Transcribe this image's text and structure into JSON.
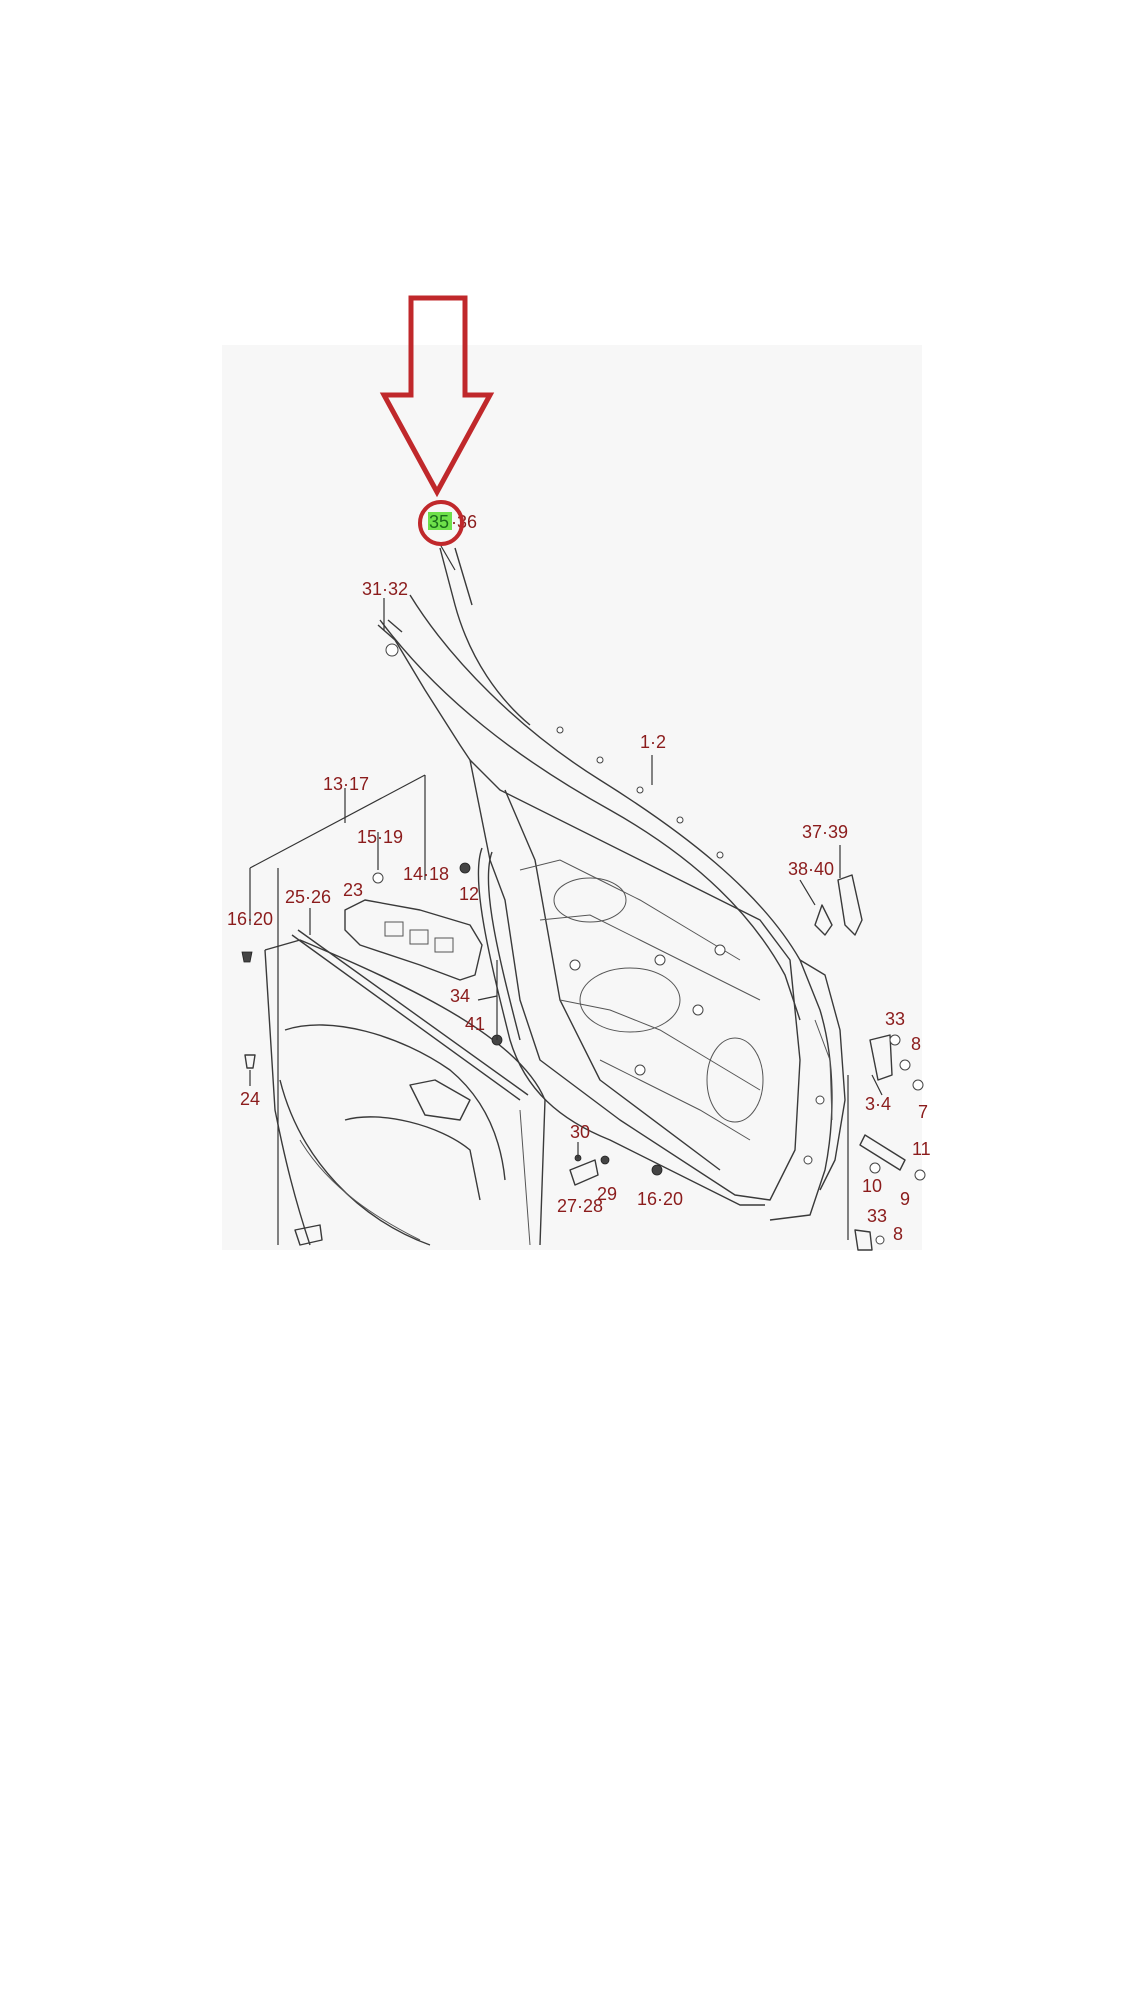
{
  "colors": {
    "label": "#8b1c1c",
    "arrow": "#c0282b",
    "highlight": "#6ee04a",
    "drawing_bg": "#f7f7f7",
    "line": "#3a3a3a"
  },
  "highlighted_part": {
    "number": "35",
    "rest": "·36"
  },
  "labels": {
    "l_31_32": "31·32",
    "l_1_2": "1·2",
    "l_13_17": "13·17",
    "l_15_19": "15·19",
    "l_14_18": "14·18",
    "l_23": "23",
    "l_12": "12",
    "l_16_20_a": "16·20",
    "l_25_26": "25·26",
    "l_34": "34",
    "l_41": "41",
    "l_24": "24",
    "l_37_39": "37·39",
    "l_38_40": "38·40",
    "l_33_a": "33",
    "l_8_a": "8",
    "l_3_4": "3·4",
    "l_7": "7",
    "l_30": "30",
    "l_29": "29",
    "l_27_28": "27·28",
    "l_16_20_b": "16·20",
    "l_11": "11",
    "l_10": "10",
    "l_9": "9",
    "l_33_b": "33",
    "l_8_b": "8"
  },
  "icons": [
    "down-arrow-icon",
    "highlight-circle-icon"
  ]
}
